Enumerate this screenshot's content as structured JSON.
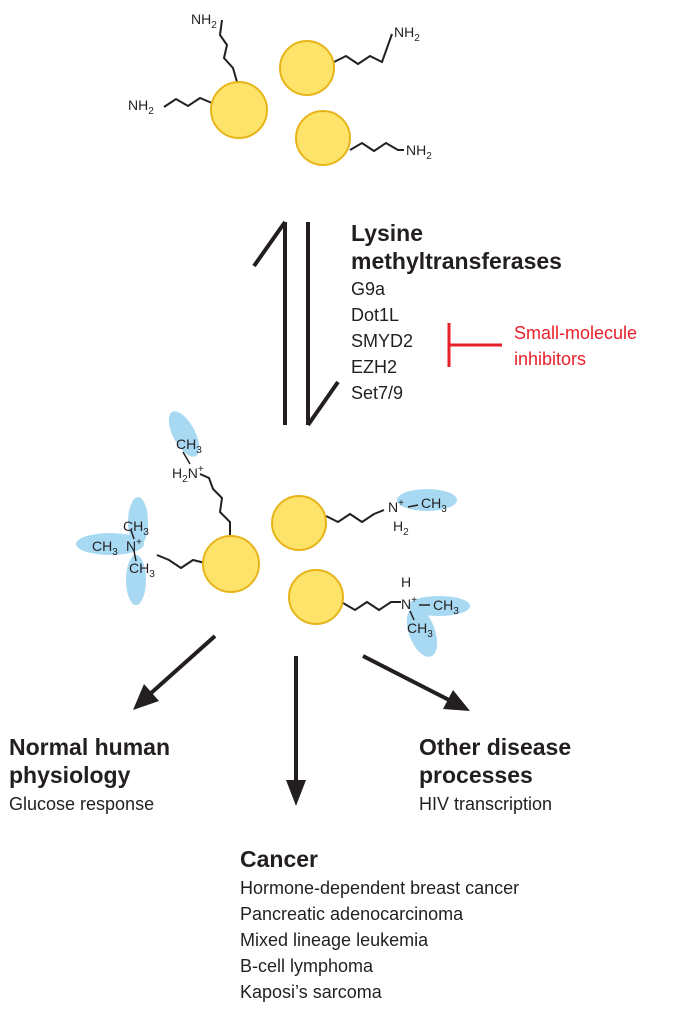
{
  "colors": {
    "ball_fill": "#fde36a",
    "ball_stroke": "#e7b41a",
    "methyl_fill": "#a7d9f2",
    "inhibitor": "#e8202a",
    "line": "#231f20"
  },
  "top_groups": {
    "amine": [
      "NH",
      "2"
    ]
  },
  "methylated_groups": {
    "h": "H",
    "h2": [
      "H",
      "2"
    ],
    "n_plus": [
      "N",
      "+"
    ],
    "ch3": [
      "CH",
      "3"
    ],
    "h2n_plus": [
      "H",
      "2",
      "N",
      "+"
    ]
  },
  "enzymes": {
    "heading_line1": "Lysine",
    "heading_line2": "methyltransferases",
    "items": [
      "G9a",
      "Dot1L",
      "SMYD2",
      "EZH2",
      "Set7/9"
    ]
  },
  "inhibitors": {
    "line1": "Small-molecule",
    "line2": "inhibitors"
  },
  "outcomes": {
    "normal": {
      "title_line1": "Normal human",
      "title_line2": "physiology",
      "items": [
        "Glucose response"
      ]
    },
    "other": {
      "title_line1": "Other disease",
      "title_line2": "processes",
      "items": [
        "HIV transcription"
      ]
    },
    "cancer": {
      "title": "Cancer",
      "items": [
        "Hormone-dependent breast cancer",
        "Pancreatic adenocarcinoma",
        "Mixed lineage leukemia",
        "B-cell lymphoma",
        "Kaposi’s sarcoma"
      ]
    }
  }
}
